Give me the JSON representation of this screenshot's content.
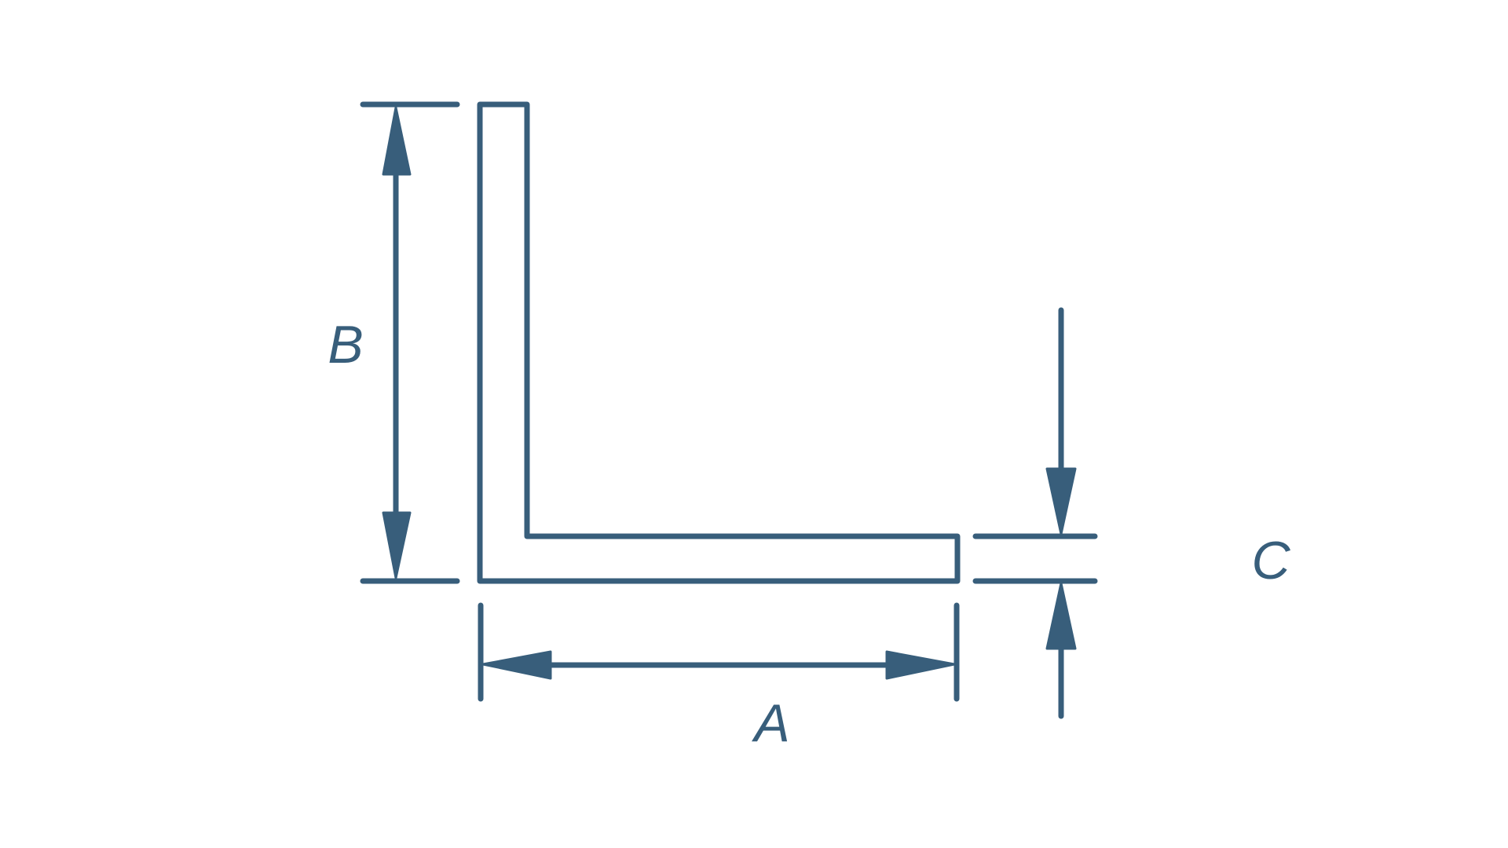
{
  "diagram": {
    "type": "dimension drawing of an L-shaped angle profile",
    "stroke_color": "#385e7b",
    "background_color": "#ffffff",
    "labels": {
      "a": "A",
      "b": "B",
      "c": "C"
    }
  }
}
